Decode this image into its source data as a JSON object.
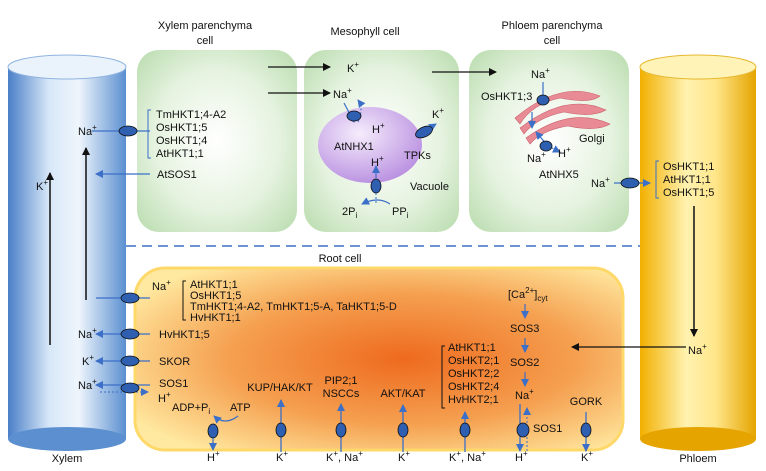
{
  "titles": {
    "xylem_parenchyma_1": "Xylem parenchyma",
    "xylem_parenchyma_2": "cell",
    "mesophyll": "Mesophyll cell",
    "phloem_parenchyma_1": "Phloem parenchyma",
    "phloem_parenchyma_2": "cell",
    "root_cell": "Root cell",
    "xylem": "Xylem",
    "phloem": "Phloem",
    "vacuole": "Vacuole",
    "golgi": "Golgi"
  },
  "ions": {
    "k": "K",
    "na": "Na",
    "h": "H",
    "plus": "+",
    "k_na": "K",
    "na2": "Na"
  },
  "xylem_parenchyma_transporters": [
    "TmHKT1;4-A2",
    "OsHKT1;5",
    "OsHKT1;4",
    "AtHKT1;1"
  ],
  "atsos1": "AtSOS1",
  "mesophyll": {
    "atnhx1": "AtNHX1",
    "tpks": "TPKs",
    "two_pi": "2P",
    "pi_sub": "i",
    "ppi": "PP",
    "ppi_sub": "i"
  },
  "phloem_parenchyma": {
    "oshkt13": "OsHKT1;3",
    "atnhx5": "AtNHX5"
  },
  "phloem_transporters": [
    "OsHKT1;1",
    "AtHKT1;1",
    "OsHKT1;5"
  ],
  "root_top_transporters": [
    "AtHKT1;1",
    "OsHKT1;5",
    "TmHKT1;4-A2, TmHKT1;5-A, TaHKT1;5-D",
    "HvHKT1;1"
  ],
  "root_left": {
    "hvhkt15": "HvHKT1;5",
    "skor": "SKOR",
    "sos1": "SOS1"
  },
  "root_bottom": {
    "adp": "ADP+P",
    "adp_sub": "i",
    "atp": "ATP",
    "kup": "KUP/HAK/KT",
    "pip": "PIP2;1",
    "nsccs": "NSCCs",
    "akt": "AKT/KAT",
    "gork": "GORK",
    "sos1": "SOS1"
  },
  "root_hkt2": [
    "AtHKT1;1",
    "OsHKT2;1",
    "OsHKT2;2",
    "OsHKT2;4",
    "HvHKT2;1"
  ],
  "signaling": {
    "ca_open": "[Ca",
    "ca_sup": "2+",
    "ca_close": "]",
    "ca_sub": "cyt",
    "sos3": "SOS3",
    "sos2": "SOS2"
  },
  "colors": {
    "xylem_blue": "#6e9fd8",
    "phloem_gold": "#f2b90f",
    "arrow_blue": "#3b6fc8",
    "transporter_fill": "#2f5fb0",
    "cell_green": "#d6ecd0",
    "root_orange": "#f0883a",
    "vacuole_purple": "#c8a2e6",
    "golgi_pink": "#e88b95"
  }
}
